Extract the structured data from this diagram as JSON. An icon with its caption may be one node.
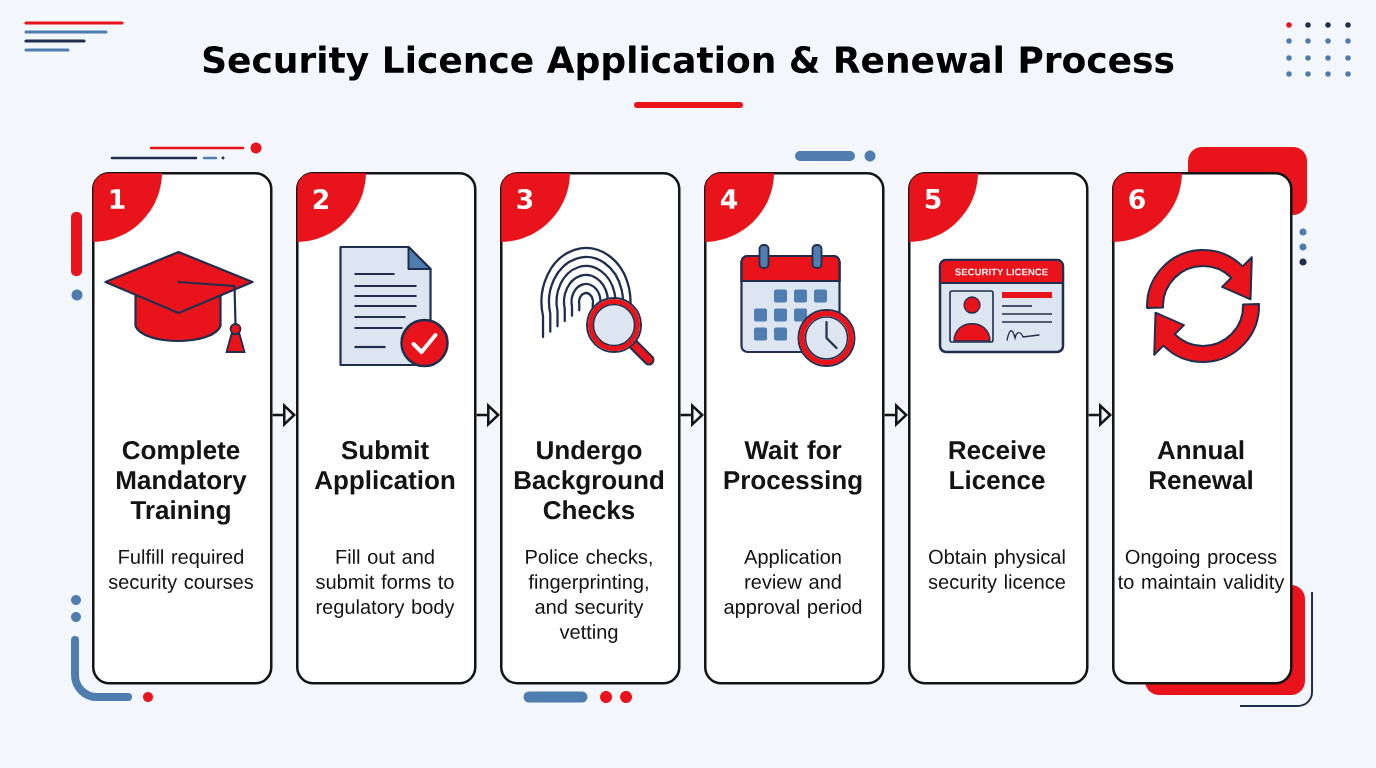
{
  "diagram": {
    "title": "Security Licence Application & Renewal Process",
    "nodes": [
      {
        "text": [
          "1",
          "Complete Mandatory Training",
          "Fulfill required security courses"
        ]
      },
      {
        "text": [
          "2",
          "Submit Application",
          "Fill out and submit forms to regulatory body"
        ]
      },
      {
        "text": [
          "3",
          "Undergo Background Checks",
          "Police checks, fingerprinting, and security vetting"
        ]
      },
      {
        "text": [
          "4",
          "Wait for Processing",
          "Application review and approval period"
        ]
      },
      {
        "text": [
          "5",
          "Receive Licence",
          "Obtain physical security licence"
        ]
      },
      {
        "text": [
          "6",
          "Annual Renewal",
          "Ongoing process to maintain validity"
        ]
      }
    ],
    "edges": [
      {
        "from": 0,
        "to": 1,
        "arrow": "to"
      },
      {
        "from": 1,
        "to": 2,
        "arrow": "to"
      },
      {
        "from": 2,
        "to": 3,
        "arrow": "to"
      },
      {
        "from": 3,
        "to": 4,
        "arrow": "to"
      },
      {
        "from": 4,
        "to": 5,
        "arrow": "to"
      }
    ],
    "labels": [
      "SECURITY LICENCE"
    ]
  }
}
